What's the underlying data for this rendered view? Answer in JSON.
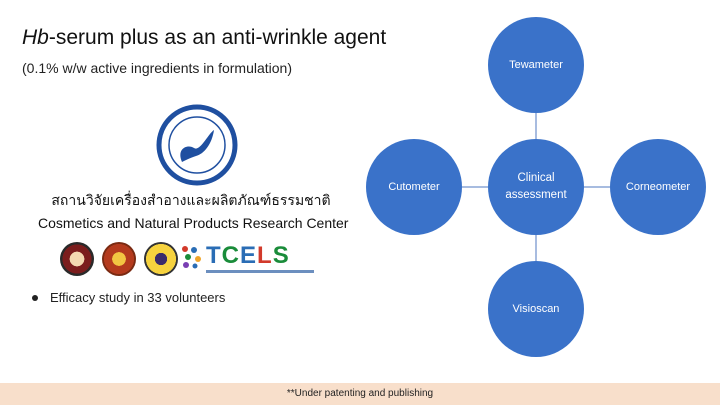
{
  "slide": {
    "title_italic": "Hb",
    "title_rest": "-serum plus as an anti-wrinkle agent",
    "subtitle": "(0.1% w/w active ingredients in formulation)"
  },
  "research_center": {
    "name_thai": "สถานวิจัยเครื่องสำอางและผลิตภัณฑ์ธรรมชาติ",
    "name_english": "Cosmetics and Natural Products Research Center"
  },
  "partner_logos": {
    "tcels_text_1": "T",
    "tcels_text_2": "C",
    "tcels_text_3": "E",
    "tcels_text_4": "L",
    "tcels_text_5": "S"
  },
  "bullets": [
    "Efficacy study in 33 volunteers"
  ],
  "diagram": {
    "center": [
      "Clinical",
      "assessment"
    ],
    "top": "Tewameter",
    "left": "Cutometer",
    "right": "Corneometer",
    "bottom": "Visioscan",
    "node_color": "#3a72c9",
    "connector_color": "#8aa6d6"
  },
  "footer": {
    "note": "**Under patenting and publishing"
  }
}
